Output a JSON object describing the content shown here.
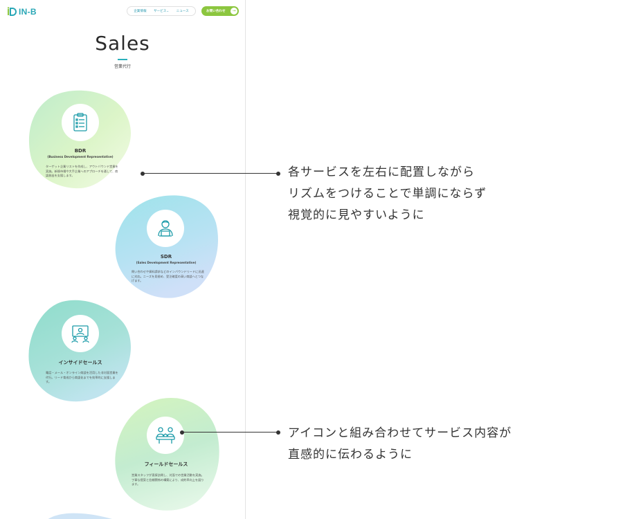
{
  "header": {
    "logo_text": "IN-B",
    "nav": [
      "企業情報",
      "サービス",
      "ニュース"
    ],
    "contact_label": "お問い合わせ"
  },
  "page": {
    "title": "Sales",
    "subtitle": "営業代行"
  },
  "services": [
    {
      "title": "BDR",
      "subtitle": "(Business Development Representative)",
      "description": "ターゲット企業リストを作成し、アウトバウンド営業を実施。新規市場や大手企業へのアプローチを通して、商談創出を支援します。",
      "icon": "clipboard-icon"
    },
    {
      "title": "SDR",
      "subtitle": "(Sales Development Representative)",
      "description": "問い合わせや資料請求などのインバウンドリードに迅速に対応。ニーズを見極め、受注確度の高い商談へとつなげます。",
      "icon": "person-laptop-icon"
    },
    {
      "title": "インサイドセールス",
      "subtitle": "",
      "description": "電話・メール・オンライン商談を活用した非対面営業を代行。リード育成から商談化までを効率的に支援します。",
      "icon": "online-meeting-icon"
    },
    {
      "title": "フィールドセールス",
      "subtitle": "",
      "description": "営業スタッフが直接訪問し、対面での営業活動を実施。丁寧な提案と信頼関係の構築により、成約率向上を図ります。",
      "icon": "handshake-meeting-icon"
    }
  ],
  "annotations": [
    {
      "lines": [
        "各サービスを左右に配置しながら",
        "リズムをつけることで単調にならず",
        "視覚的に見やすいように"
      ]
    },
    {
      "lines": [
        "アイコンと組み合わせてサービス内容が",
        "直感的に伝わるように"
      ]
    }
  ],
  "colors": {
    "teal": "#2ab0bb",
    "green": "#8cc63f",
    "text": "#333333"
  }
}
